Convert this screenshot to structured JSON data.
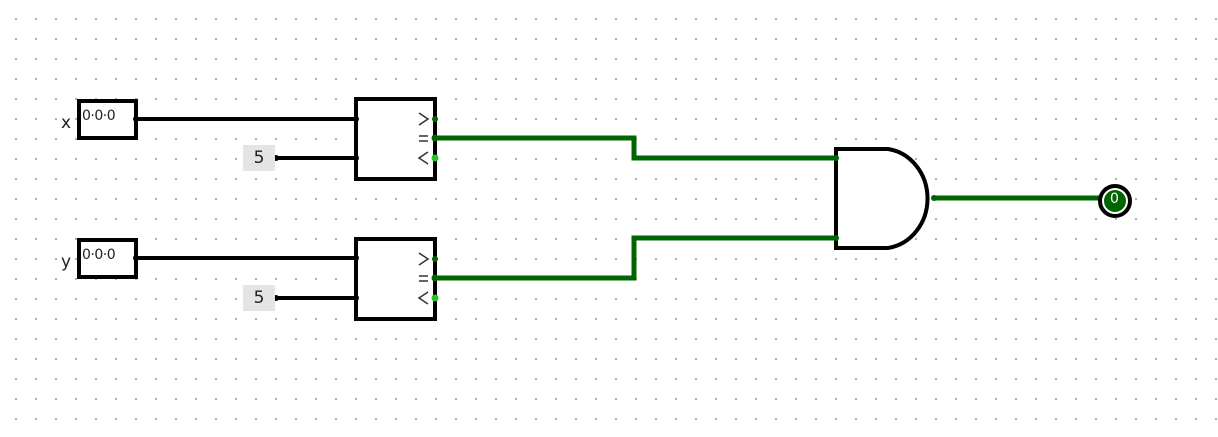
{
  "circuit": {
    "inputs": [
      {
        "label": "x",
        "value": "0·0·0"
      },
      {
        "label": "y",
        "value": "0·0·0"
      }
    ],
    "constants": [
      {
        "value": "5"
      },
      {
        "value": "5"
      }
    ],
    "comparators": [
      {
        "pins": [
          ">",
          "=",
          "<"
        ]
      },
      {
        "pins": [
          ">",
          "=",
          "<"
        ]
      }
    ],
    "gate": {
      "type": "AND"
    },
    "output": {
      "value": "0"
    },
    "colors": {
      "wire_bus": "#000000",
      "wire_active": "#006400",
      "pin_active": "#22c422",
      "led_fill": "#006400",
      "const_bg": "#e4e4e4"
    }
  }
}
